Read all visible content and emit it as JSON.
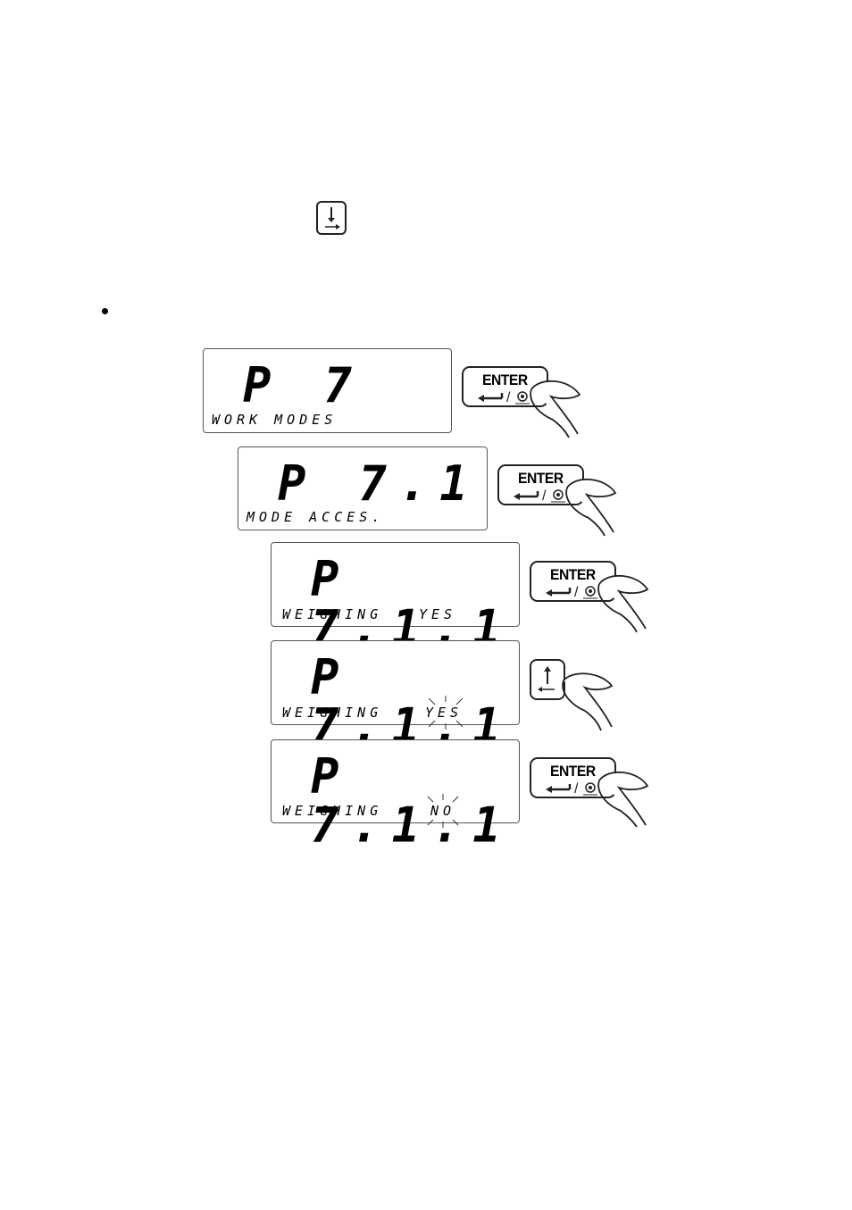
{
  "lcd_panels": [
    {
      "main": "P 7",
      "sub": "WORK MODES",
      "value": "",
      "blink": false
    },
    {
      "main": "P 7.1",
      "sub": "MODE ACCES.",
      "value": "",
      "blink": false
    },
    {
      "main": "P 7.1.1",
      "sub": "WEIGHING",
      "value": "YES",
      "blink": false
    },
    {
      "main": "P 7.1.1",
      "sub": "WEIGHING",
      "value": "YES",
      "blink": true
    },
    {
      "main": "P 7.1.1",
      "sub": "WEIGHING",
      "value": "NO",
      "blink": true
    }
  ],
  "buttons": [
    {
      "type": "enter",
      "label": "ENTER",
      "icon": "enter-icon"
    },
    {
      "type": "enter",
      "label": "ENTER",
      "icon": "enter-icon"
    },
    {
      "type": "enter",
      "label": "ENTER",
      "icon": "enter-icon"
    },
    {
      "type": "arrow-up",
      "label": "",
      "icon": "arrow-up-left-icon"
    },
    {
      "type": "enter",
      "label": "ENTER",
      "icon": "enter-icon"
    }
  ],
  "top_icon": "arrow-down-right-key-icon",
  "colors": {
    "stroke": "#222222",
    "border": "#555555"
  }
}
